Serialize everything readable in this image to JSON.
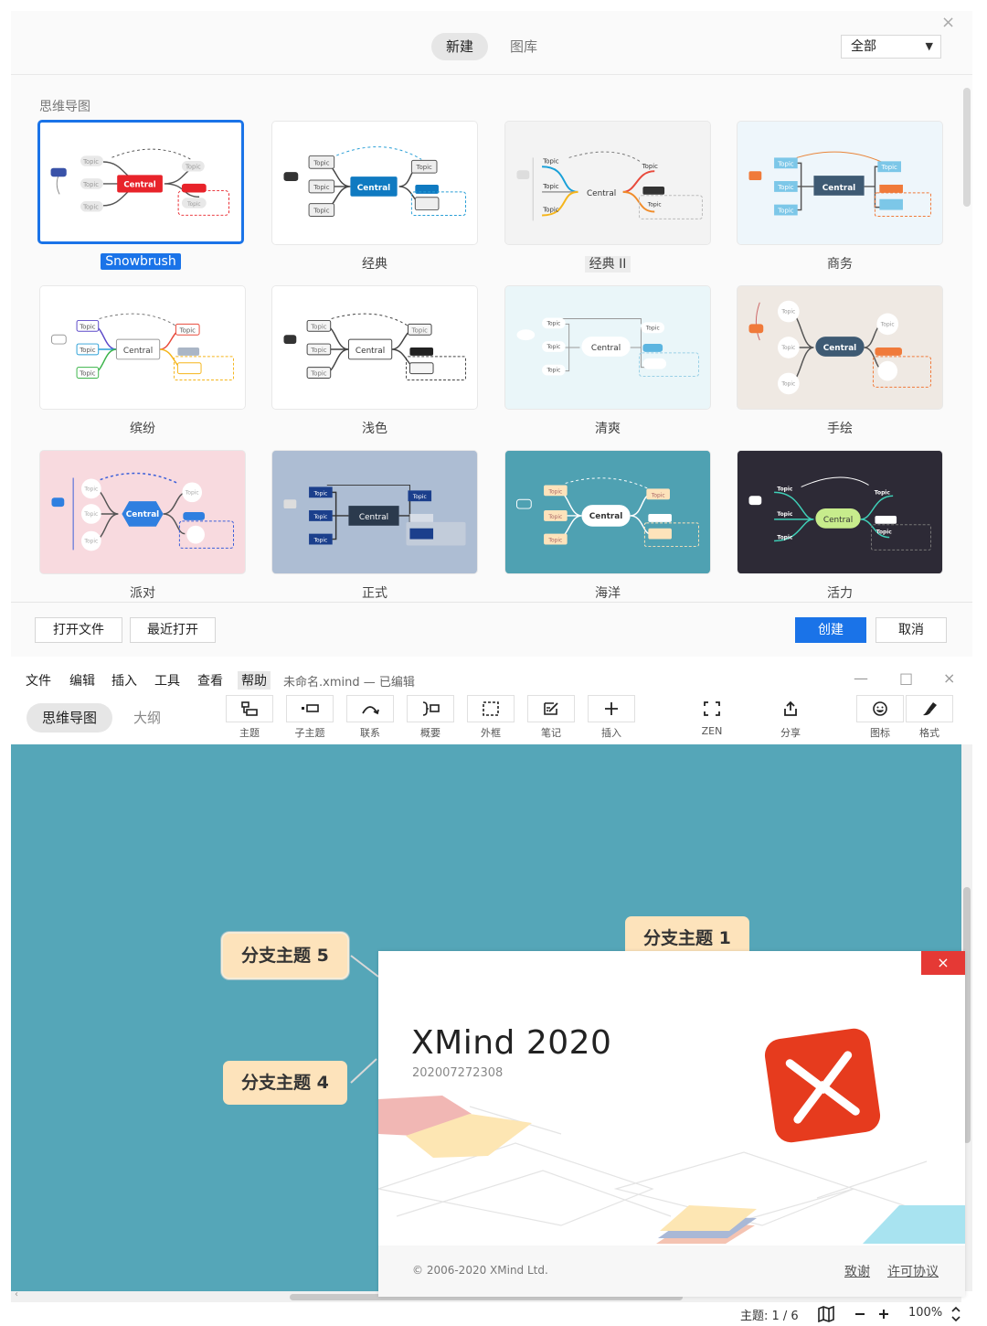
{
  "dialog": {
    "tabs": {
      "new": "新建",
      "library": "图库"
    },
    "filter": {
      "value": "全部"
    },
    "section_title": "思维导图",
    "templates": [
      {
        "label": "Snowbrush",
        "center": "Central",
        "selected": true
      },
      {
        "label": "经典",
        "center": "Central"
      },
      {
        "label": "经典 II",
        "center": "Central"
      },
      {
        "label": "商务",
        "center": "Central"
      },
      {
        "label": "缤纷",
        "center": "Central"
      },
      {
        "label": "浅色",
        "center": "Central"
      },
      {
        "label": "清爽",
        "center": "Central"
      },
      {
        "label": "手绘",
        "center": "Central"
      },
      {
        "label": "派对",
        "center": "Central"
      },
      {
        "label": "正式",
        "center": "Central"
      },
      {
        "label": "海洋",
        "center": "Central"
      },
      {
        "label": "活力",
        "center": "Central"
      }
    ],
    "topic_word": "Topic",
    "footer": {
      "open": "打开文件",
      "recent": "最近打开",
      "create": "创建",
      "cancel": "取消"
    }
  },
  "editor": {
    "menu": [
      "文件",
      "编辑",
      "插入",
      "工具",
      "查看",
      "帮助"
    ],
    "doc_title": "未命名.xmind — 已编辑",
    "view_tabs": {
      "mind_map": "思维导图",
      "outline": "大纲"
    },
    "tools": {
      "topic": "主题",
      "subtopic": "子主题",
      "relationship": "联系",
      "summary": "概要",
      "boundary": "外框",
      "note": "笔记",
      "insert": "插入",
      "zen": "ZEN",
      "share": "分享",
      "icon": "图标",
      "format": "格式"
    },
    "branches": {
      "b5": "分支主题 5",
      "b4": "分支主题 4",
      "b1": "分支主题 1"
    },
    "status": {
      "topics": "主题: 1 / 6",
      "zoom": "100%"
    }
  },
  "splash": {
    "title": "XMind 2020",
    "build": "202007272308",
    "copyright": "© 2006-2020 XMind Ltd.",
    "credits": "致谢",
    "license": "许可协议"
  },
  "colors": {
    "accent": "#1a73e8",
    "canvas": "#55a6b8",
    "branch_fill": "#fde3bb",
    "logo": "#e63b1e"
  }
}
